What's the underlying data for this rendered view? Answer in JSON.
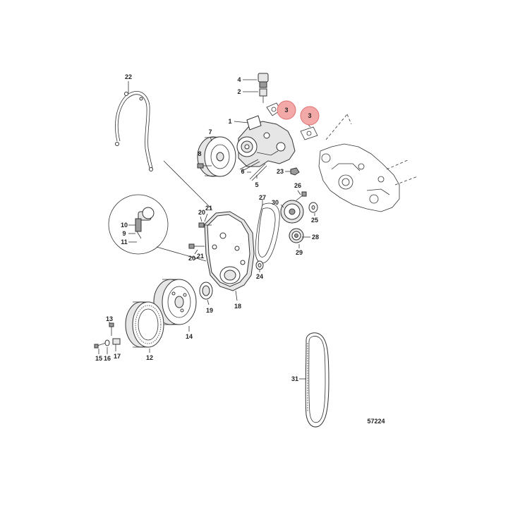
{
  "figure_number": "57224",
  "highlight_color": "#f4a9a9",
  "highlight_stroke": "#e07070",
  "callouts": {
    "c1": "1",
    "c2": "2",
    "c3a": "3",
    "c3b": "3",
    "c4": "4",
    "c5": "5",
    "c6": "6",
    "c7": "7",
    "c8": "8",
    "c9": "9",
    "c10": "10",
    "c11": "11",
    "c12": "12",
    "c13": "13",
    "c14": "14",
    "c15": "15",
    "c16": "16",
    "c17": "17",
    "c18": "18",
    "c19": "19",
    "c20a": "20",
    "c20b": "20",
    "c21a": "21",
    "c21b": "21",
    "c22": "22",
    "c23": "23",
    "c24": "24",
    "c25": "25",
    "c26": "26",
    "c27": "27",
    "c28": "28",
    "c29": "29",
    "c30": "30",
    "c31": "31"
  }
}
